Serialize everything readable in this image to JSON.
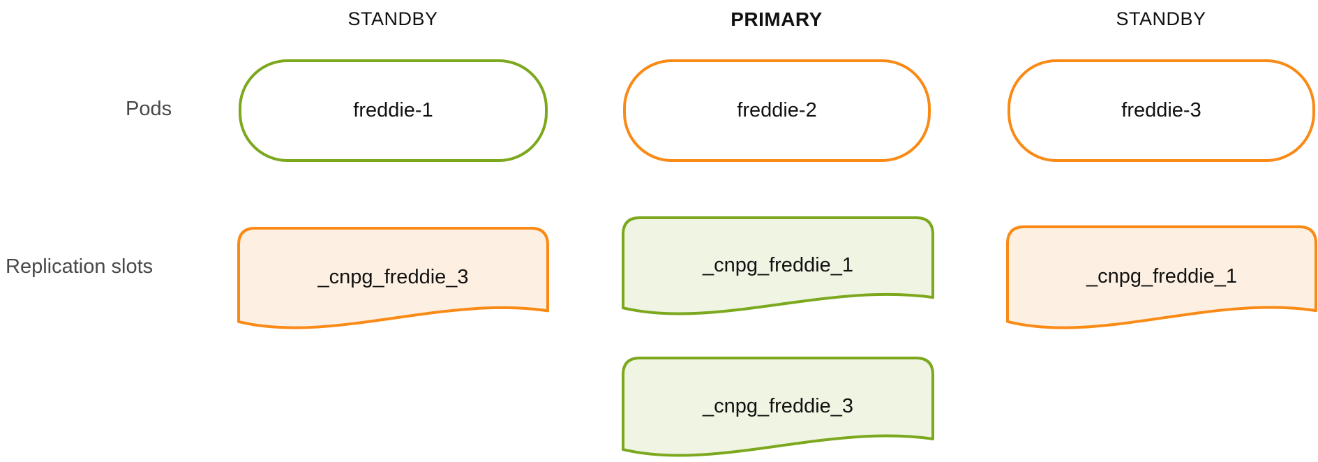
{
  "diagram": {
    "row_labels": {
      "pods": "Pods",
      "replication_slots": "Replication slots"
    },
    "columns": [
      {
        "role_label": "STANDBY",
        "emphasis": false,
        "pod": {
          "name": "freddie-1",
          "border": "green"
        }
      },
      {
        "role_label": "PRIMARY",
        "emphasis": true,
        "pod": {
          "name": "freddie-2",
          "border": "orange"
        }
      },
      {
        "role_label": "STANDBY",
        "emphasis": false,
        "pod": {
          "name": "freddie-3",
          "border": "orange"
        }
      }
    ],
    "replication_slots": [
      {
        "name": "_cnpg_freddie_3",
        "column": 1,
        "style": "orange"
      },
      {
        "name": "_cnpg_freddie_1",
        "column": 2,
        "style": "green"
      },
      {
        "name": "_cnpg_freddie_1",
        "column": 3,
        "style": "orange"
      },
      {
        "name": "_cnpg_freddie_3",
        "column": 2,
        "style": "green"
      }
    ]
  },
  "colors": {
    "background": "#FFFFFF",
    "pod_fill": "#FFFFFF",
    "text_black": "#111111",
    "label_gray": "#484848",
    "green_stroke": "#7CA81E",
    "green_fill": "#F0F4E3",
    "orange_stroke": "#F98A16",
    "orange_fill": "#FDF0E2"
  }
}
